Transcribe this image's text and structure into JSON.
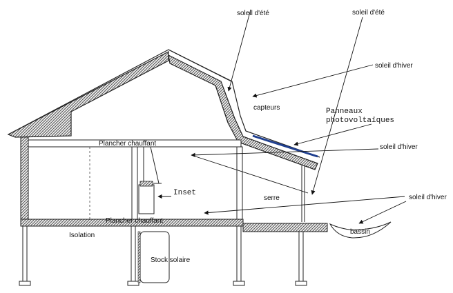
{
  "labels": {
    "soleil_ete_1": "soleil d'été",
    "soleil_ete_2": "soleil d'été",
    "soleil_hiver_1": "soleil d'hiver",
    "capteurs": "capteurs",
    "panneaux_line1": "Panneaux",
    "panneaux_line2": "photovoltaïques",
    "soleil_hiver_2": "soleil d'hiver",
    "plancher_chauffant_top": "Plancher chauffant",
    "inset": "Inset",
    "serre": "serre",
    "soleil_hiver_3": "soleil d'hiver",
    "plancher_chauffant_bottom": "Plancher  chauffant",
    "isolation": "Isolation",
    "bassin": "bassin",
    "stock_solaire": "Stock solaire"
  },
  "colors": {
    "line": "#222222",
    "hatch": "#555555",
    "panel": "#1f3f8f"
  }
}
